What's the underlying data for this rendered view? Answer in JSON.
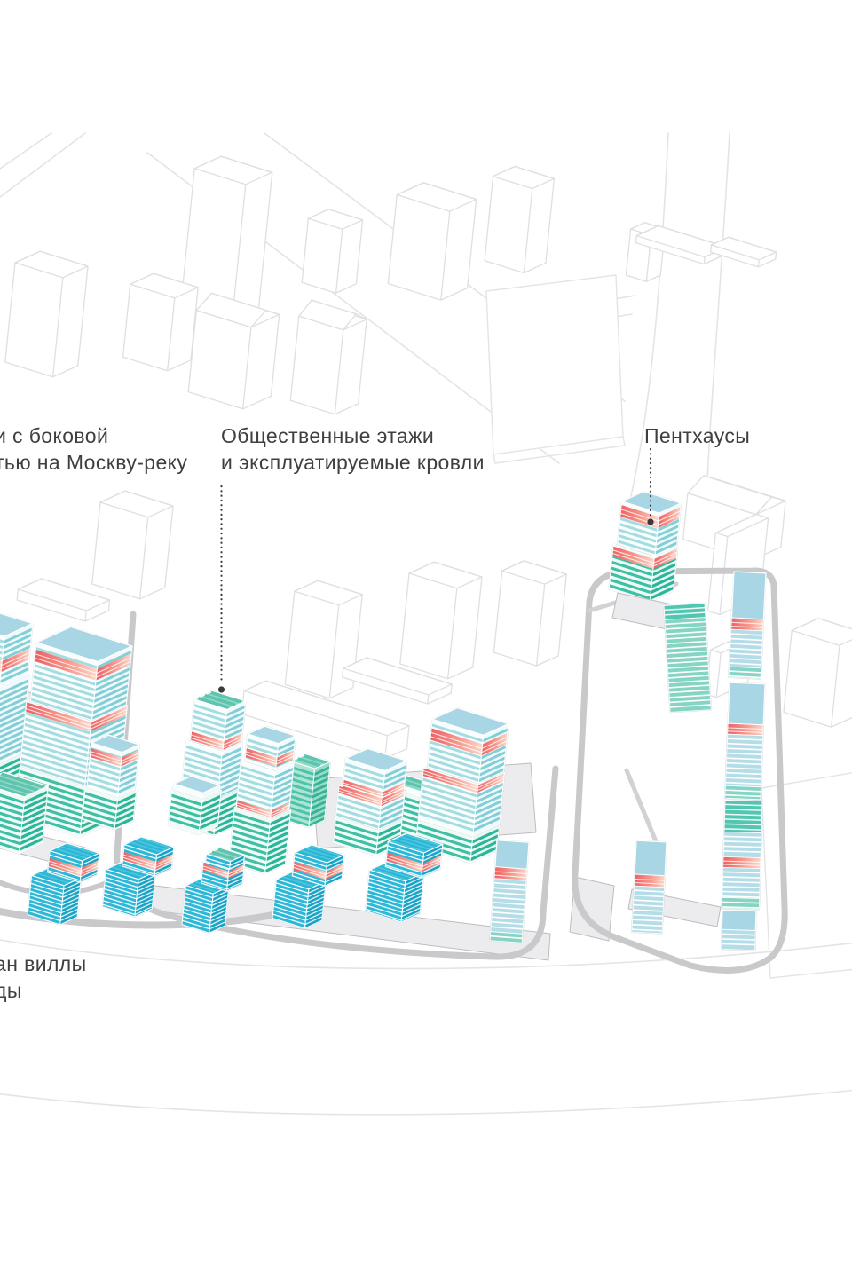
{
  "labels": {
    "left": {
      "line1": "и с боковой",
      "line2": "тью на Москву-реку"
    },
    "center": {
      "line1": "Общественные этажи",
      "line2": "и эксплуатируемые кровли"
    },
    "right": {
      "line1": "Пентхаусы"
    },
    "bottom_left": {
      "line1": "ан виллы",
      "line2": "ды"
    }
  },
  "palette": {
    "roof_blue": "#a9d6e4",
    "roof_teal": "#8fd9c9",
    "roof_teal_stripe": "#5ec4ae",
    "roof_cyan": "#2cb6d5",
    "band_red_dark": "#ee5f62",
    "band_red_mid": "#f79a8e",
    "band_red_light": "#fdd8cb",
    "facade_light_stripe": "#a4dce1",
    "facade_teal_stripe": "#3fc0a5",
    "villa_cyan": "#2db8d7",
    "slab_light": "#b5dde8",
    "slab_teal": "#85d4c4",
    "road_gray": "#c9c9cc",
    "platform_gray": "#ececee",
    "wireframe_gray": "#dfdfe2",
    "label_color": "#3f3f42",
    "leader_color": "#3a3a3c"
  }
}
